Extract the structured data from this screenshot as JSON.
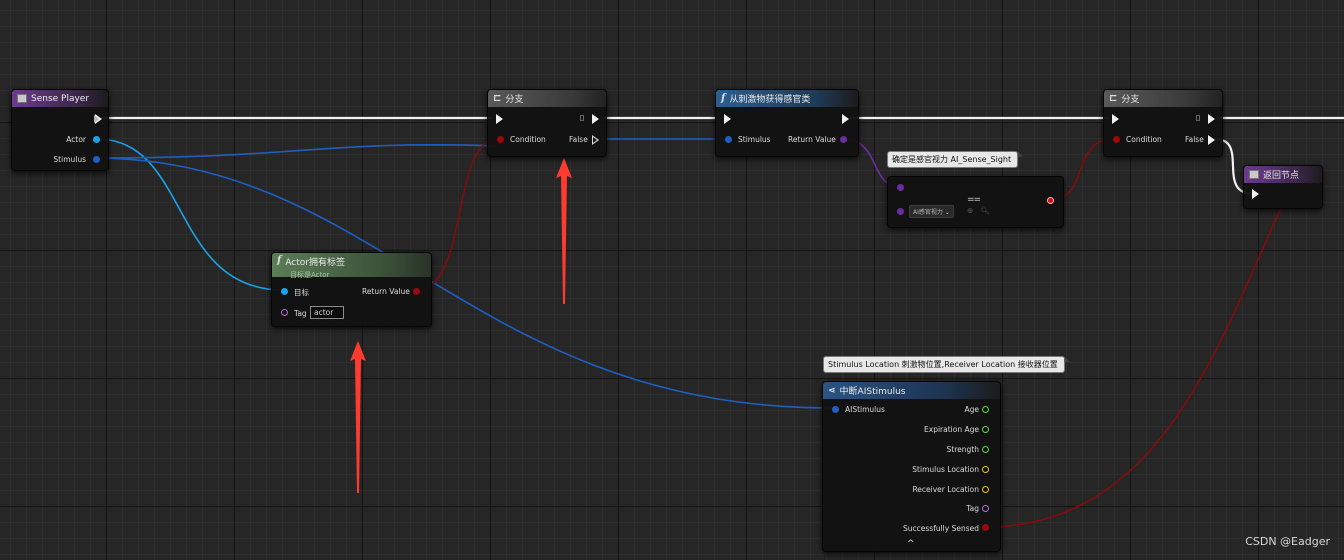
{
  "nodes": {
    "sense_player": {
      "title": "Sense Player",
      "pins": {
        "actor": "Actor",
        "stimulus": "Stimulus"
      }
    },
    "branch1": {
      "title": "分支",
      "condition": "Condition",
      "false_label": "False"
    },
    "get_sense_class": {
      "title": "从刺激物获得感官类",
      "stimulus": "Stimulus",
      "return_value": "Return Value"
    },
    "branch2": {
      "title": "分支",
      "condition": "Condition",
      "false_label": "False"
    },
    "return_node": {
      "title": "返回节点"
    },
    "actor_has_tag": {
      "title": "Actor拥有标签",
      "subtitle": "目标是Actor",
      "target": "目标",
      "return_value": "Return Value",
      "tag_label": "Tag",
      "tag_value": "actor"
    },
    "equal_node": {
      "symbol": "==",
      "dropdown_value": "AI感官视力"
    },
    "break_ai_stimulus": {
      "title": "中断AIStimulus",
      "input": "AIStimulus",
      "outputs": [
        "Age",
        "Expiration Age",
        "Strength",
        "Stimulus Location",
        "Receiver Location",
        "Tag",
        "Successfully Sensed"
      ],
      "collapse_glyph": "^"
    }
  },
  "comments": {
    "sense_sight": "确定是感官视力 AI_Sense_Sight",
    "stimulus_location": "Stimulus Location 刺激物位置,Receiver Location 接收器位置"
  },
  "watermark": "CSDN @Eadger",
  "colors": {
    "exec": "#f2f2f2",
    "object_pin": "#1aa3e8",
    "struct_pin": "#1f5fc4",
    "bool_pin": "#9b0a0a",
    "class_pin": "#6b2ea0",
    "annotation_arrow": "#ff3b30"
  }
}
